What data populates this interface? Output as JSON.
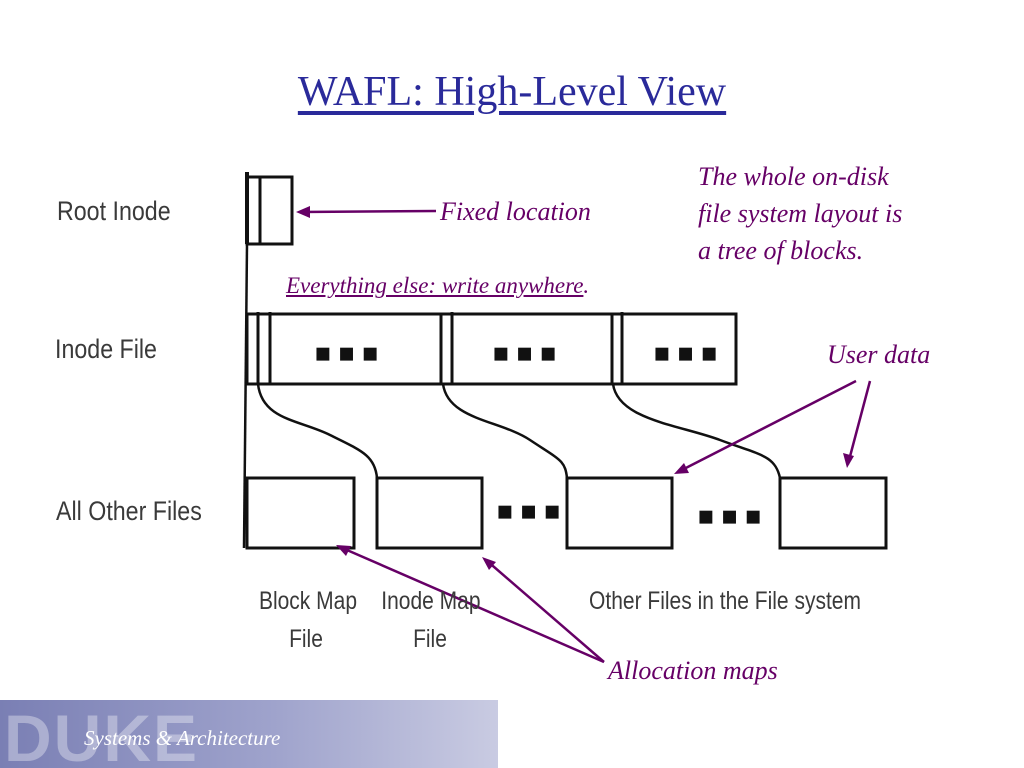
{
  "title": "WAFL: High-Level View",
  "rows": {
    "root_inode": "Root Inode",
    "inode_file": "Inode File",
    "all_other_files": "All Other Files"
  },
  "ellipsis": "▪▪▪",
  "captions": {
    "block_map_file": [
      "Block Map",
      "File"
    ],
    "inode_map_file": [
      "Inode Map",
      "File"
    ],
    "other_files": "Other Files in the File system"
  },
  "annotations": {
    "fixed_location": "Fixed location",
    "write_anywhere": "Everything else: write anywhere",
    "write_anywhere_period": ".",
    "tree_of_blocks": [
      "The whole on-disk",
      "file system layout is",
      "a tree of blocks."
    ],
    "user_data": "User data",
    "allocation_maps": "Allocation maps"
  },
  "footer": {
    "logo": "DUKE",
    "text": "Systems & Architecture"
  },
  "colors": {
    "title": "#2a2a9a",
    "annotation": "#660066",
    "diagram_line": "#111111",
    "footer_bg": "#9fa3cc"
  }
}
